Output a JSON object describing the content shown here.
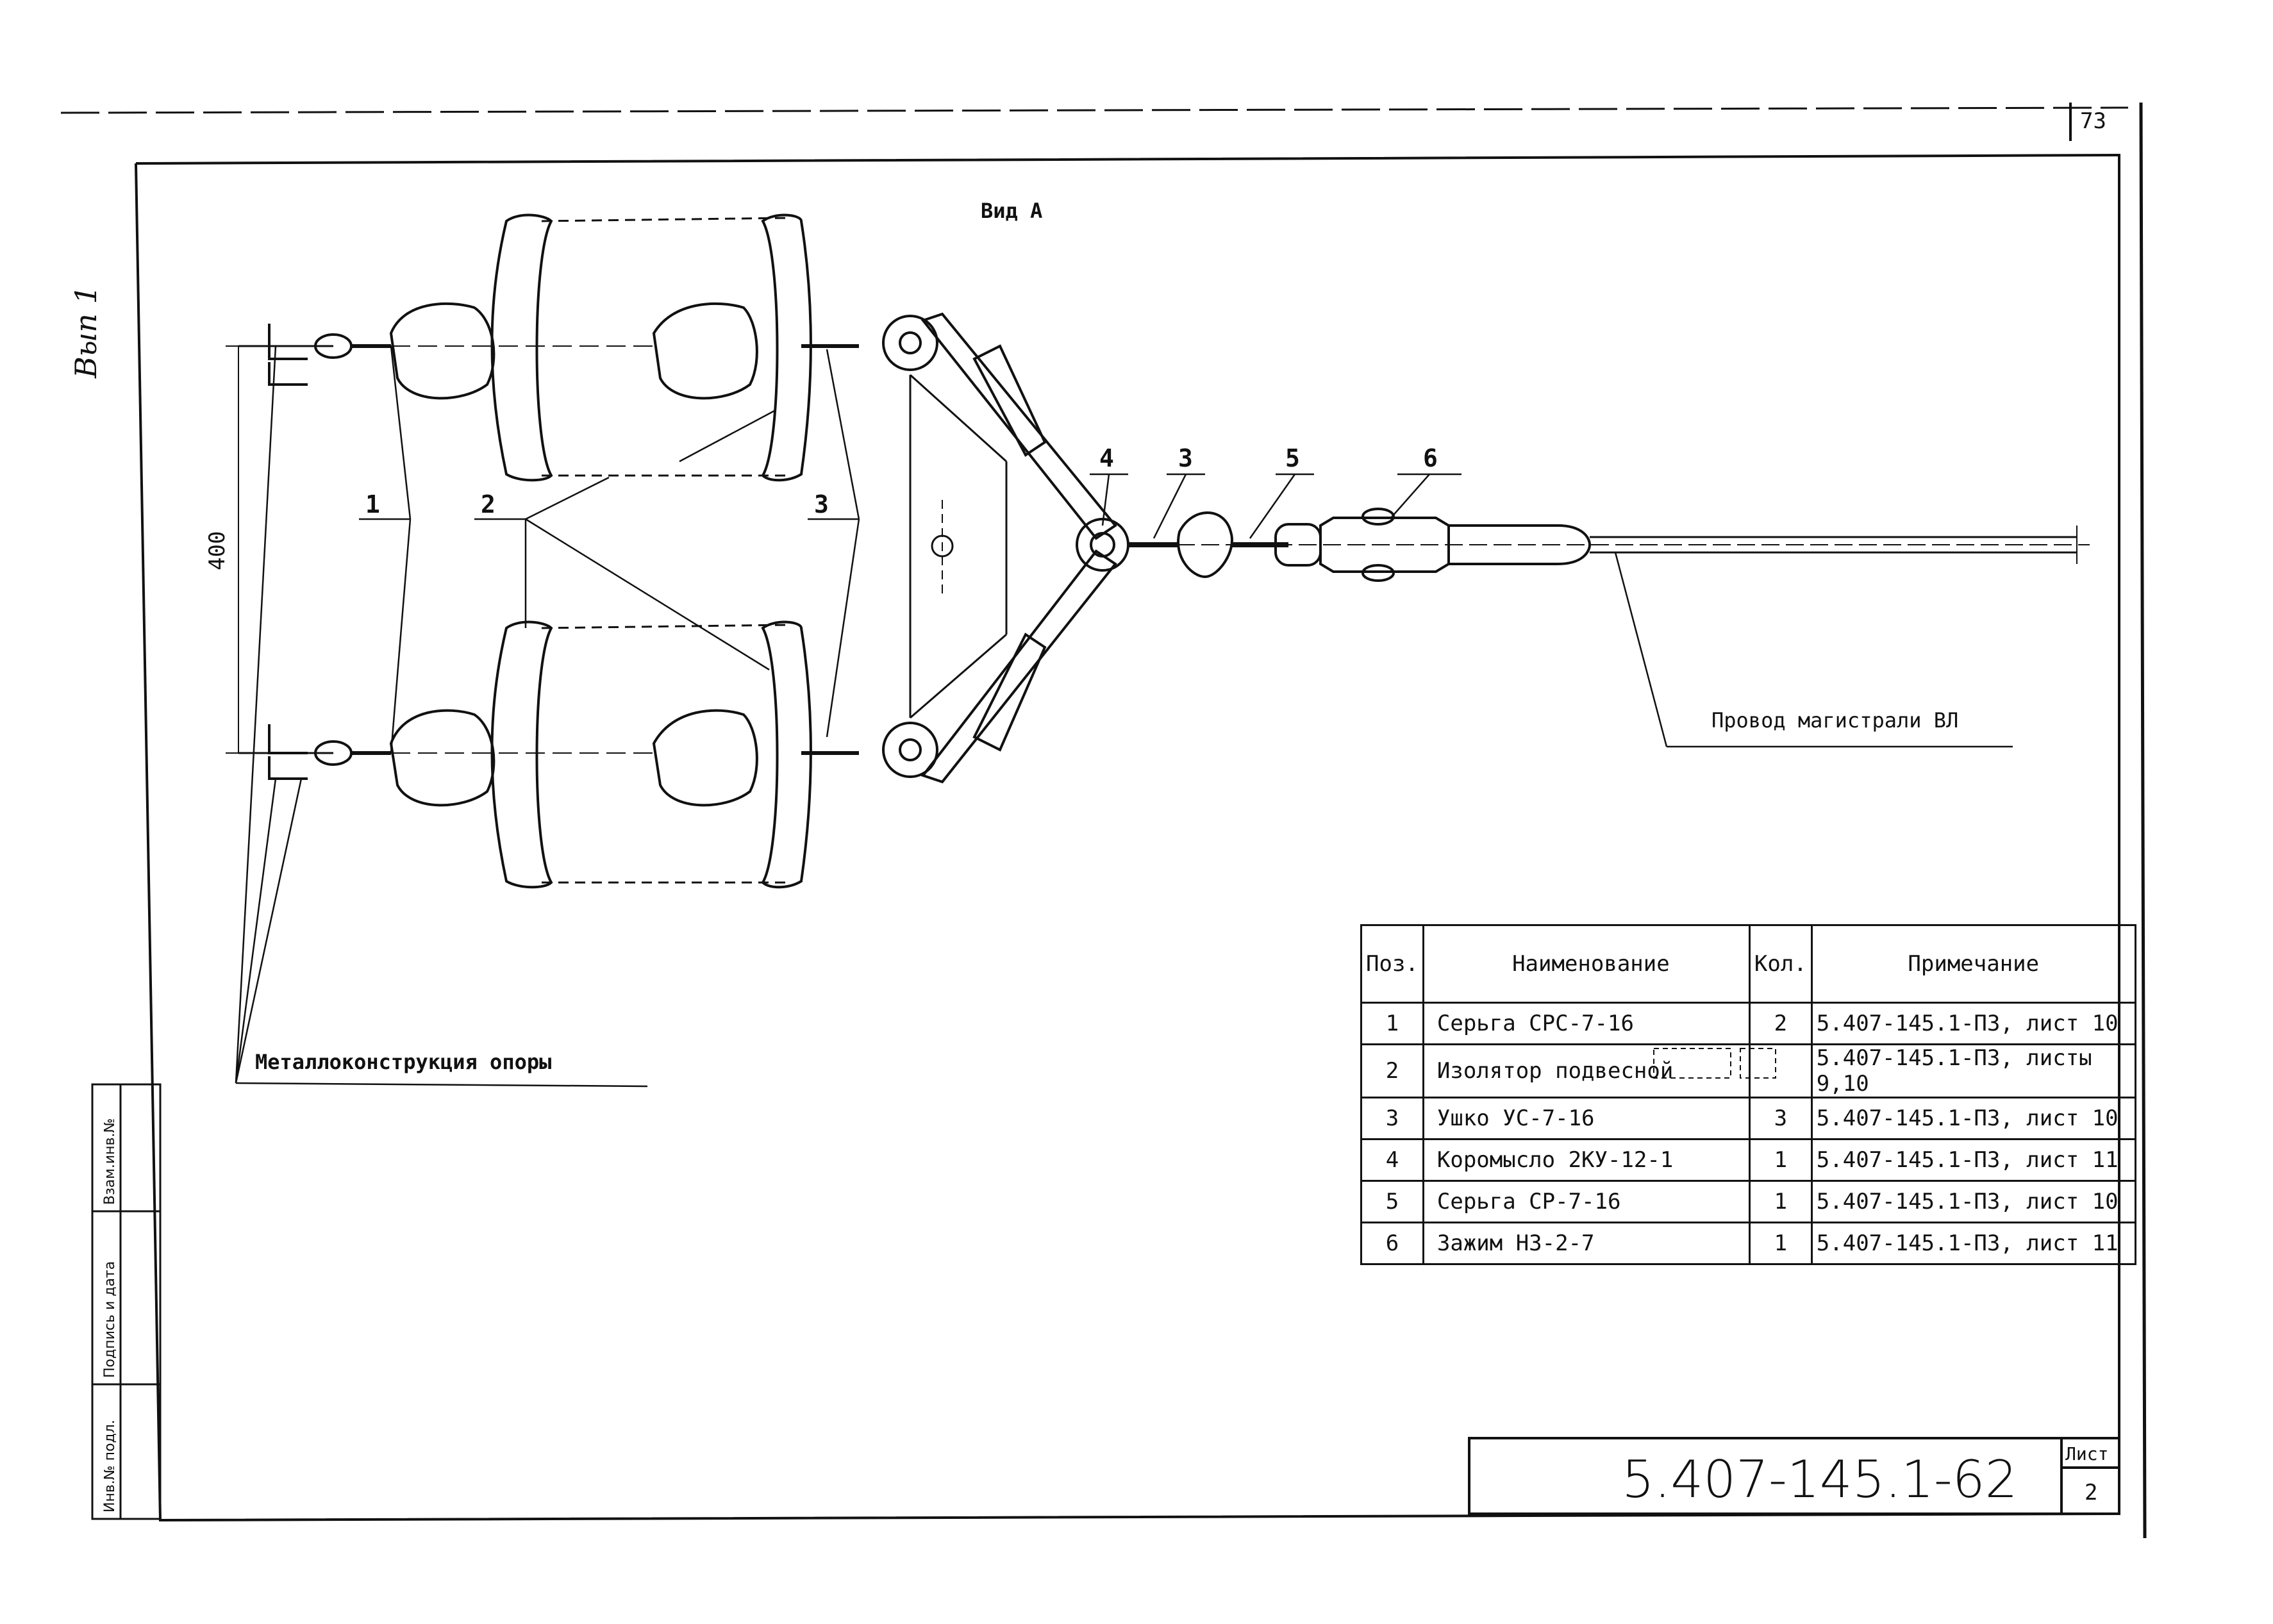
{
  "page_number": "73",
  "margin_note": "Вып 1",
  "view_label": "Вид А",
  "dimension_label": "400",
  "callouts": [
    {
      "num": "1"
    },
    {
      "num": "2"
    },
    {
      "num": "3"
    },
    {
      "num": "4"
    },
    {
      "num": "3"
    },
    {
      "num": "5"
    },
    {
      "num": "6"
    }
  ],
  "leader_labels": {
    "support_structure": "Металлоконструкция опоры",
    "main_wire": "Провод магистрали ВЛ"
  },
  "spec_table": {
    "headers": {
      "pos": "Поз.",
      "name": "Наименование",
      "qty": "Кол.",
      "note": "Примечание"
    },
    "rows": [
      {
        "pos": "1",
        "name": "Серьга СРС-7-16",
        "qty": "2",
        "note": "5.407-145.1-ПЗ, лист 10"
      },
      {
        "pos": "2",
        "name": "Изолятор подвесной",
        "qty": "",
        "note": "5.407-145.1-ПЗ, листы 9,10"
      },
      {
        "pos": "3",
        "name": "Ушко УС-7-16",
        "qty": "3",
        "note": "5.407-145.1-ПЗ, лист 10"
      },
      {
        "pos": "4",
        "name": "Коромысло 2КУ-12-1",
        "qty": "1",
        "note": "5.407-145.1-ПЗ, лист 11"
      },
      {
        "pos": "5",
        "name": "Серьга СР-7-16",
        "qty": "1",
        "note": "5.407-145.1-ПЗ, лист 10"
      },
      {
        "pos": "6",
        "name": "Зажим НЗ-2-7",
        "qty": "1",
        "note": "5.407-145.1-ПЗ, лист 11"
      }
    ]
  },
  "side_form": {
    "field1": "Взам.инв.№",
    "field2": "Подпись и дата",
    "field3": "Инв.№ подл."
  },
  "title_block": {
    "doc_code": "5.407-145.1-62",
    "sheet_label": "Лист",
    "sheet_number": "2"
  }
}
